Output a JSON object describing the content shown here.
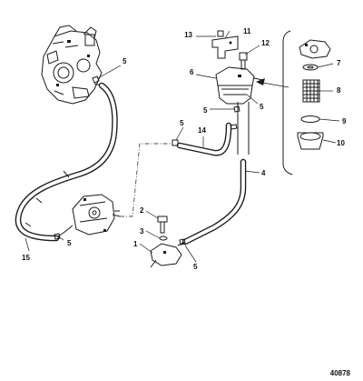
{
  "figure_number": "40878",
  "callouts": [
    {
      "id": "c1",
      "text": "1"
    },
    {
      "id": "c2",
      "text": "2"
    },
    {
      "id": "c3",
      "text": "3"
    },
    {
      "id": "c4",
      "text": "4"
    },
    {
      "id": "c5a",
      "text": "5"
    },
    {
      "id": "c5b",
      "text": "5"
    },
    {
      "id": "c5c",
      "text": "5"
    },
    {
      "id": "c5d",
      "text": "5"
    },
    {
      "id": "c5e",
      "text": "5"
    },
    {
      "id": "c5f",
      "text": "5"
    },
    {
      "id": "c6",
      "text": "6"
    },
    {
      "id": "c7",
      "text": "7"
    },
    {
      "id": "c8",
      "text": "8"
    },
    {
      "id": "c9",
      "text": "9"
    },
    {
      "id": "c10",
      "text": "10"
    },
    {
      "id": "c11",
      "text": "11"
    },
    {
      "id": "c12",
      "text": "12"
    },
    {
      "id": "c13",
      "text": "13"
    },
    {
      "id": "c14",
      "text": "14"
    },
    {
      "id": "c15",
      "text": "15"
    }
  ]
}
